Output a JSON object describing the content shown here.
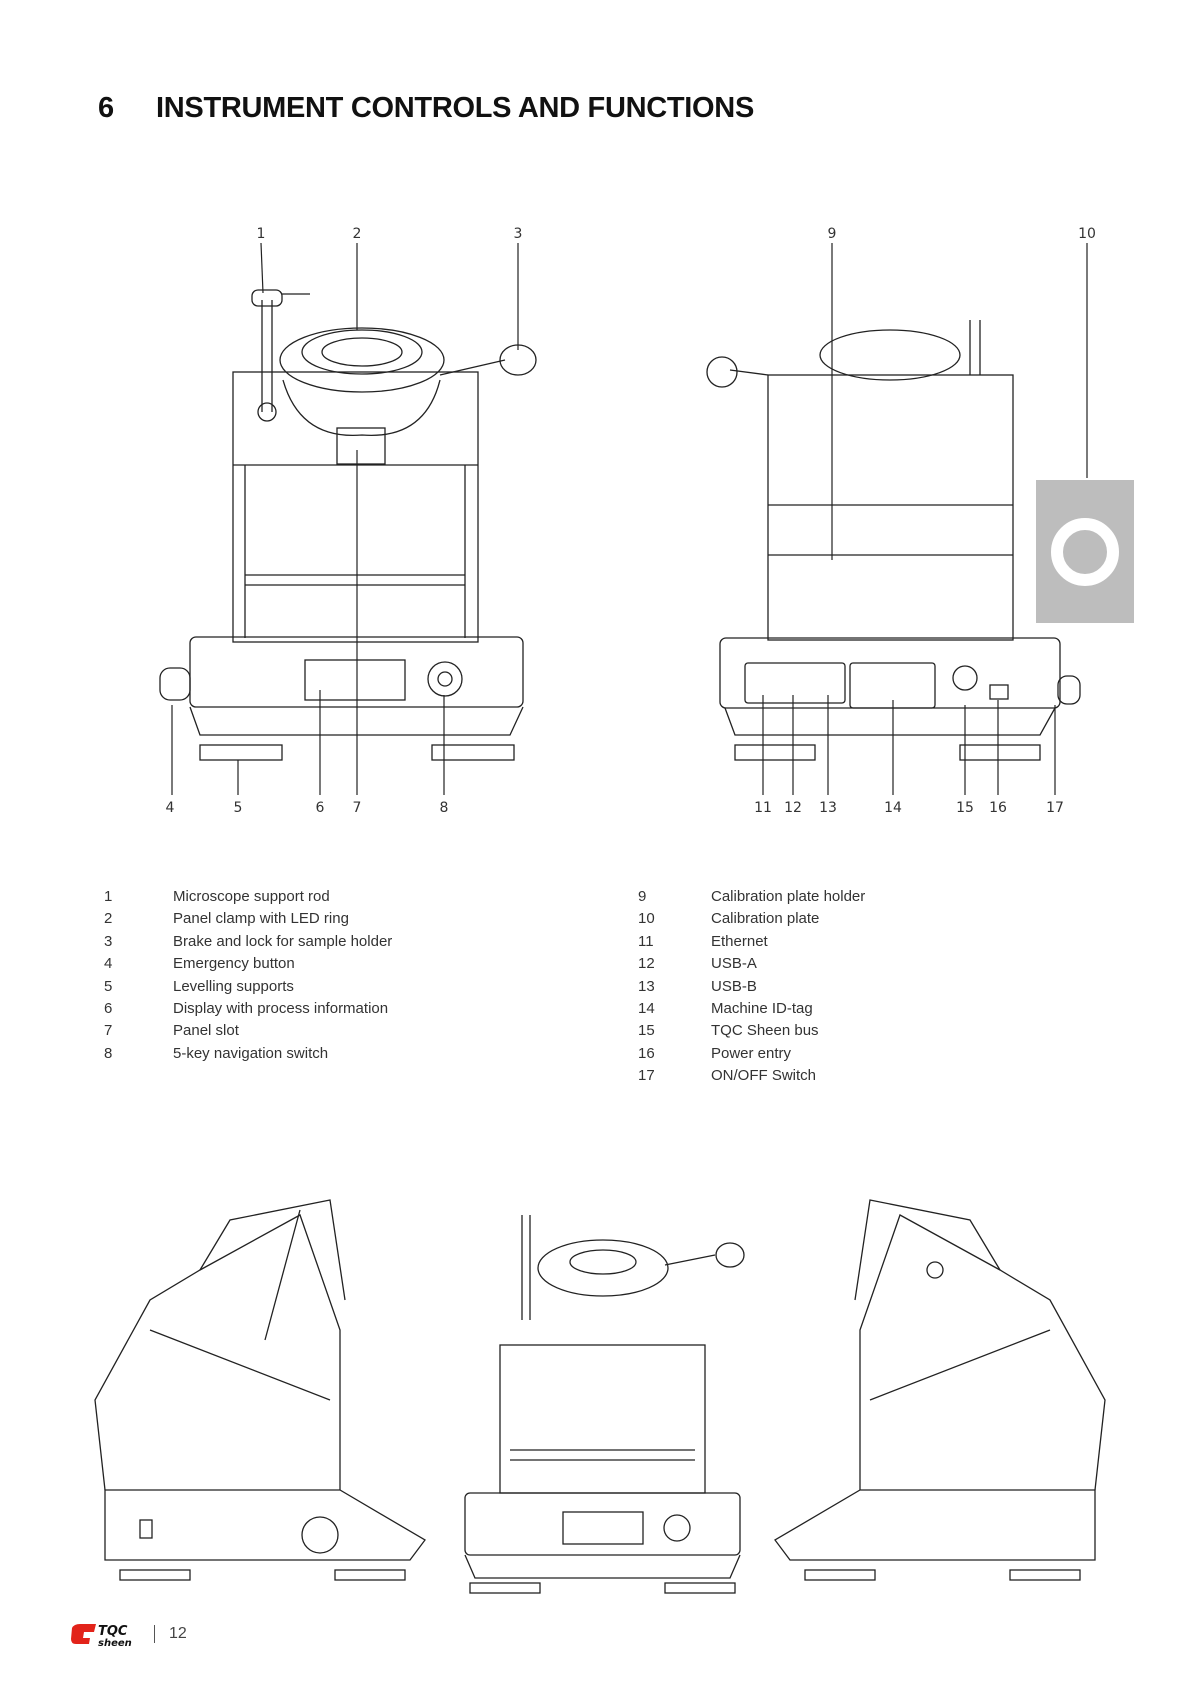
{
  "section": {
    "number": "6",
    "title": "INSTRUMENT CONTROLS AND FUNCTIONS"
  },
  "callouts_front": [
    "1",
    "2",
    "3",
    "4",
    "5",
    "6",
    "7",
    "8"
  ],
  "callouts_back": [
    "9",
    "10",
    "11",
    "12",
    "13",
    "14",
    "15",
    "16",
    "17"
  ],
  "legend_left": [
    {
      "n": "1",
      "label": "Microscope support rod"
    },
    {
      "n": "2",
      "label": "Panel clamp  with LED ring"
    },
    {
      "n": "3",
      "label": "Brake and lock for sample holder"
    },
    {
      "n": "4",
      "label": "Emergency button"
    },
    {
      "n": "5",
      "label": "Levelling supports"
    },
    {
      "n": "6",
      "label": "Display with process information"
    },
    {
      "n": "7",
      "label": "Panel slot"
    },
    {
      "n": "8",
      "label": "5-key navigation switch"
    }
  ],
  "legend_right": [
    {
      "n": "9",
      "label": "Calibration plate holder"
    },
    {
      "n": "10",
      "label": "Calibration plate"
    },
    {
      "n": "11",
      "label": "Ethernet"
    },
    {
      "n": "12",
      "label": "USB-A"
    },
    {
      "n": "13",
      "label": "USB-B"
    },
    {
      "n": "14",
      "label": "Machine ID-tag"
    },
    {
      "n": "15",
      "label": "TQC Sheen bus"
    },
    {
      "n": "16",
      "label": "Power entry"
    },
    {
      "n": "17",
      "label": "ON/OFF Switch"
    }
  ],
  "footer": {
    "brand": "TQC sheen",
    "page": "12",
    "brand_color": "#e2231a"
  }
}
